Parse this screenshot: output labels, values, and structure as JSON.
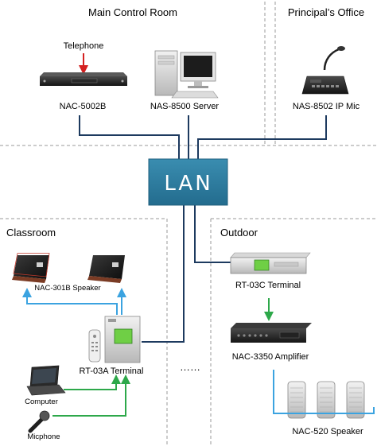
{
  "regions": {
    "main_control_room": "Main Control Room",
    "principals_office": "Principal’s Office",
    "classroom": "Classroom",
    "outdoor": "Outdoor"
  },
  "network": {
    "lan": "LAN",
    "ellipsis": "……"
  },
  "devices": {
    "telephone": "Telephone",
    "nac_5002b": "NAC-5002B",
    "nas_8500": "NAS-8500  Server",
    "nas_8502": "NAS-8502 IP Mic",
    "nac_301b_speaker": "NAC-301B Speaker",
    "rt_03a": "RT-03A  Terminal",
    "computer": "Computer",
    "micphone": "Micphone",
    "rt_03c": "RT-03C  Terminal",
    "nac_3350": "NAC-3350 Amplifier",
    "nac_520": "NAC-520 Speaker"
  },
  "colors": {
    "lan_box": "#2e7da0",
    "network_line": "#1d3a5f",
    "audio_arrow_blue": "#3ba3e0",
    "audio_arrow_green": "#2da84a",
    "telephone_arrow": "#d42020",
    "dashed_border": "#9a9a9a"
  }
}
